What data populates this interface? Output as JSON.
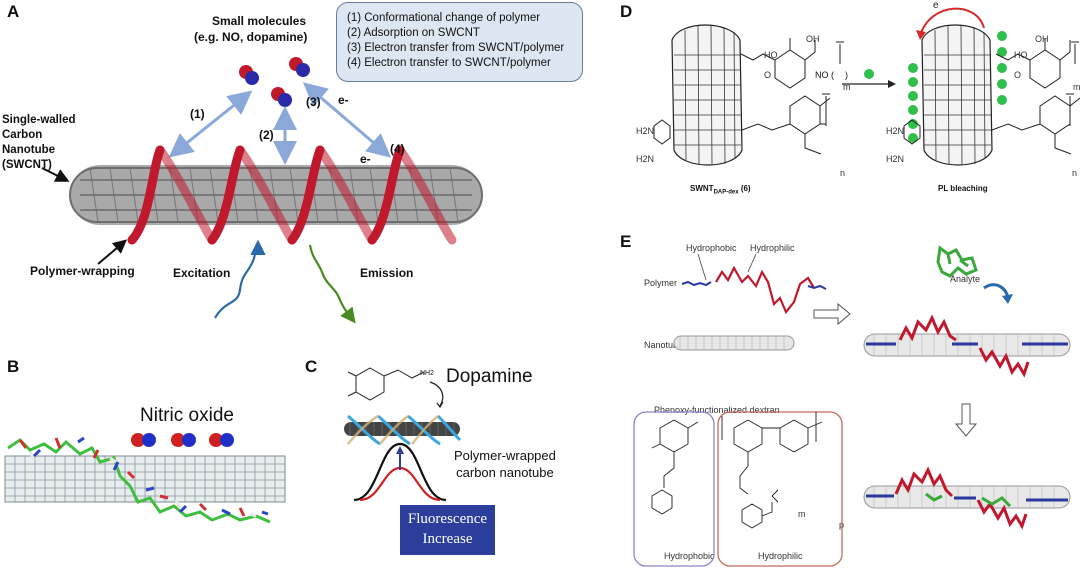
{
  "panels": {
    "A": {
      "label": "A",
      "small_molecules_title": "Small molecules",
      "small_molecules_sub": "(e.g. NO, dopamine)",
      "legend": [
        "(1) Conformational change of polymer",
        "(2) Adsorption on SWCNT",
        "(3) Electron transfer from SWCNT/polymer",
        "(4) Electron transfer to SWCNT/polymer"
      ],
      "swcnt_label": [
        "Single-walled",
        "Carbon",
        "Nanotube",
        "(SWCNT)"
      ],
      "step_1": "(1)",
      "step_2": "(2)",
      "step_3": "(3)",
      "step_4": "(4)",
      "electron_1": "e-",
      "electron_2": "e-",
      "polymer_wrapping": "Polymer-wrapping",
      "excitation": "Excitation",
      "emission": "Emission"
    },
    "B": {
      "label": "B",
      "nitric_oxide": "Nitric oxide"
    },
    "C": {
      "label": "C",
      "dopamine": "Dopamine",
      "nh2": "NH2",
      "polymer_wrapped": [
        "Polymer-wrapped",
        "carbon nanotube"
      ],
      "fluorescence": [
        "Fluorescence",
        "Increase"
      ]
    },
    "D": {
      "label": "D",
      "electron": "e",
      "no_label": "NO (",
      "no_close": ")",
      "left_caption_main": "SWNT",
      "left_caption_sub": "DAP-dex",
      "left_caption_num": "(6)",
      "right_caption": "PL bleaching",
      "h2n": "H2N",
      "m": "m",
      "n": "n",
      "oh": "OH",
      "ho": "HO",
      "o": "O"
    },
    "E": {
      "label": "E",
      "hydrophobic_top": "Hydrophobic",
      "hydrophilic_top": "Hydrophilic",
      "polymer": "Polymer",
      "nanotube": "Nanotube",
      "analyte": "Analyte",
      "phenoxy": "Phenoxy-functionalized dextran",
      "hydrophobic_bottom": "Hydrophobic",
      "hydrophilic_bottom": "Hydrophilic",
      "m": "m",
      "p": "p"
    }
  },
  "colors": {
    "helix": "#c0182c",
    "arrow_blue": "#8aa8d8",
    "excitation": "#2b6aa8",
    "emission": "#4a8a22",
    "nanotube": "#8f8f8f",
    "legend_bg": "#dde6f3",
    "fluor_bg": "#2c3e9c",
    "no_green": "#2fbf4a",
    "e_red": "#d42a2a",
    "hydrophobic_box": "#8a88c8",
    "hydrophilic_box": "#c86a5a"
  }
}
